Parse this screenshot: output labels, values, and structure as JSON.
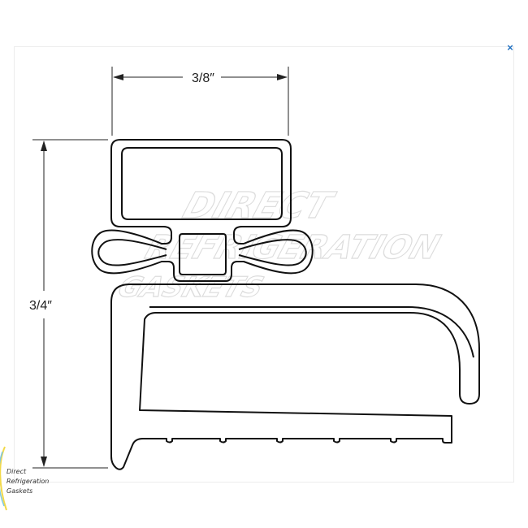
{
  "close": {
    "symbol": "×",
    "color": "#1f6fc0"
  },
  "dimensions": {
    "width_label": "3/8″",
    "height_label": "3/4″"
  },
  "watermark": {
    "line1": "DIRECT",
    "line2": "REFRIGERATION",
    "line3": "GASKETS"
  },
  "logo": {
    "line1": "Direct",
    "line2": "Refrigeration",
    "line3": "Gaskets"
  }
}
